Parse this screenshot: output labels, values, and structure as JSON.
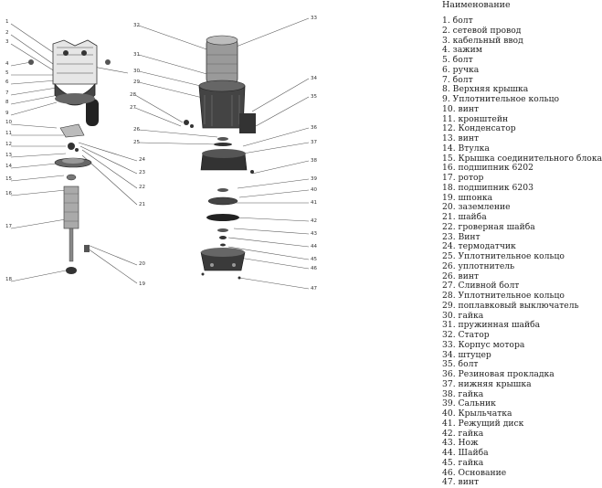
{
  "parts_table": {
    "header": "Наименование",
    "items": [
      "1. болт",
      "2. сетевой провод",
      "3. кабельный ввод",
      "4. зажим",
      "5. болт",
      "6. ручка",
      "7. болт",
      "8. Верхняя крышка",
      "9. Уплотнительное кольцо",
      "10. винт",
      "11. кронштейн",
      "12. Конденсатор",
      "13. винт",
      "14. Втулка",
      "15. Крышка соединительного блока",
      "16. подшипник 6202",
      "17. ротор",
      "18. подшипник 6203",
      "19. шпонка",
      "20. заземление",
      "21. шайба",
      "22. гроверная шайба",
      "23. Винт",
      "24. термодатчик",
      "25. Уплотнительное кольцо",
      "26. уплотнитель",
      "26. винт",
      "27. Сливной болт",
      "28. Уплотнительное кольцо",
      "29. поплавковый выключатель",
      "30. гайка",
      "31. пружинная шайба",
      "32. Статор",
      "33. Корпус мотора",
      "34. штуцер",
      "35. болт",
      "36. Резиновая прокладка",
      "37. нижняя крышка",
      "38. гайка",
      "39. Сальник",
      "40. Крыльчатка",
      "41. Режущий диск",
      "42. гайка",
      "43. Нож",
      "44. Шайба",
      "45. гайка",
      "46. Основание",
      "47. винт"
    ]
  },
  "callouts": {
    "left": [
      "1",
      "2",
      "3",
      "4",
      "5",
      "6",
      "7",
      "8",
      "9",
      "10",
      "11",
      "12",
      "13",
      "14",
      "15",
      "16",
      "17",
      "18",
      "19",
      "20",
      "21",
      "22",
      "23",
      "24"
    ],
    "right": [
      "25",
      "26",
      "27",
      "28",
      "29",
      "30",
      "31",
      "32",
      "33",
      "34",
      "35",
      "36",
      "37",
      "38",
      "39",
      "40",
      "41",
      "42",
      "43",
      "44",
      "45",
      "46",
      "47"
    ]
  }
}
